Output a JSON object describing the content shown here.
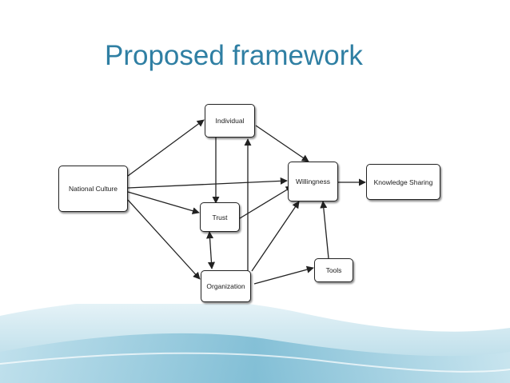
{
  "slide": {
    "title": "Proposed framework"
  },
  "diagram": {
    "nodes": {
      "national_culture": "National Culture",
      "individual": "Individual",
      "trust": "Trust",
      "organization": "Organization",
      "willingness": "Willingness",
      "tools": "Tools",
      "knowledge_sharing": "Knowledge Sharing"
    },
    "edges": [
      {
        "from": "national_culture",
        "to": "individual",
        "direction": "forward"
      },
      {
        "from": "national_culture",
        "to": "trust",
        "direction": "forward"
      },
      {
        "from": "national_culture",
        "to": "willingness",
        "direction": "forward"
      },
      {
        "from": "national_culture",
        "to": "organization",
        "direction": "forward"
      },
      {
        "from": "individual",
        "to": "trust",
        "direction": "forward"
      },
      {
        "from": "individual",
        "to": "willingness",
        "direction": "forward"
      },
      {
        "from": "organization",
        "to": "individual",
        "direction": "forward"
      },
      {
        "from": "trust",
        "to": "organization",
        "direction": "both"
      },
      {
        "from": "trust",
        "to": "willingness",
        "direction": "forward"
      },
      {
        "from": "organization",
        "to": "willingness",
        "direction": "forward"
      },
      {
        "from": "organization",
        "to": "tools",
        "direction": "forward"
      },
      {
        "from": "tools",
        "to": "willingness",
        "direction": "forward"
      },
      {
        "from": "willingness",
        "to": "knowledge_sharing",
        "direction": "forward"
      }
    ]
  },
  "colors": {
    "title": "#2f7fa3",
    "wave_light": "#d6ebf2",
    "wave_mid": "#a9d3e2",
    "wave_dark": "#5aa6c4",
    "node_border": "#222222",
    "arrow": "#222222"
  }
}
